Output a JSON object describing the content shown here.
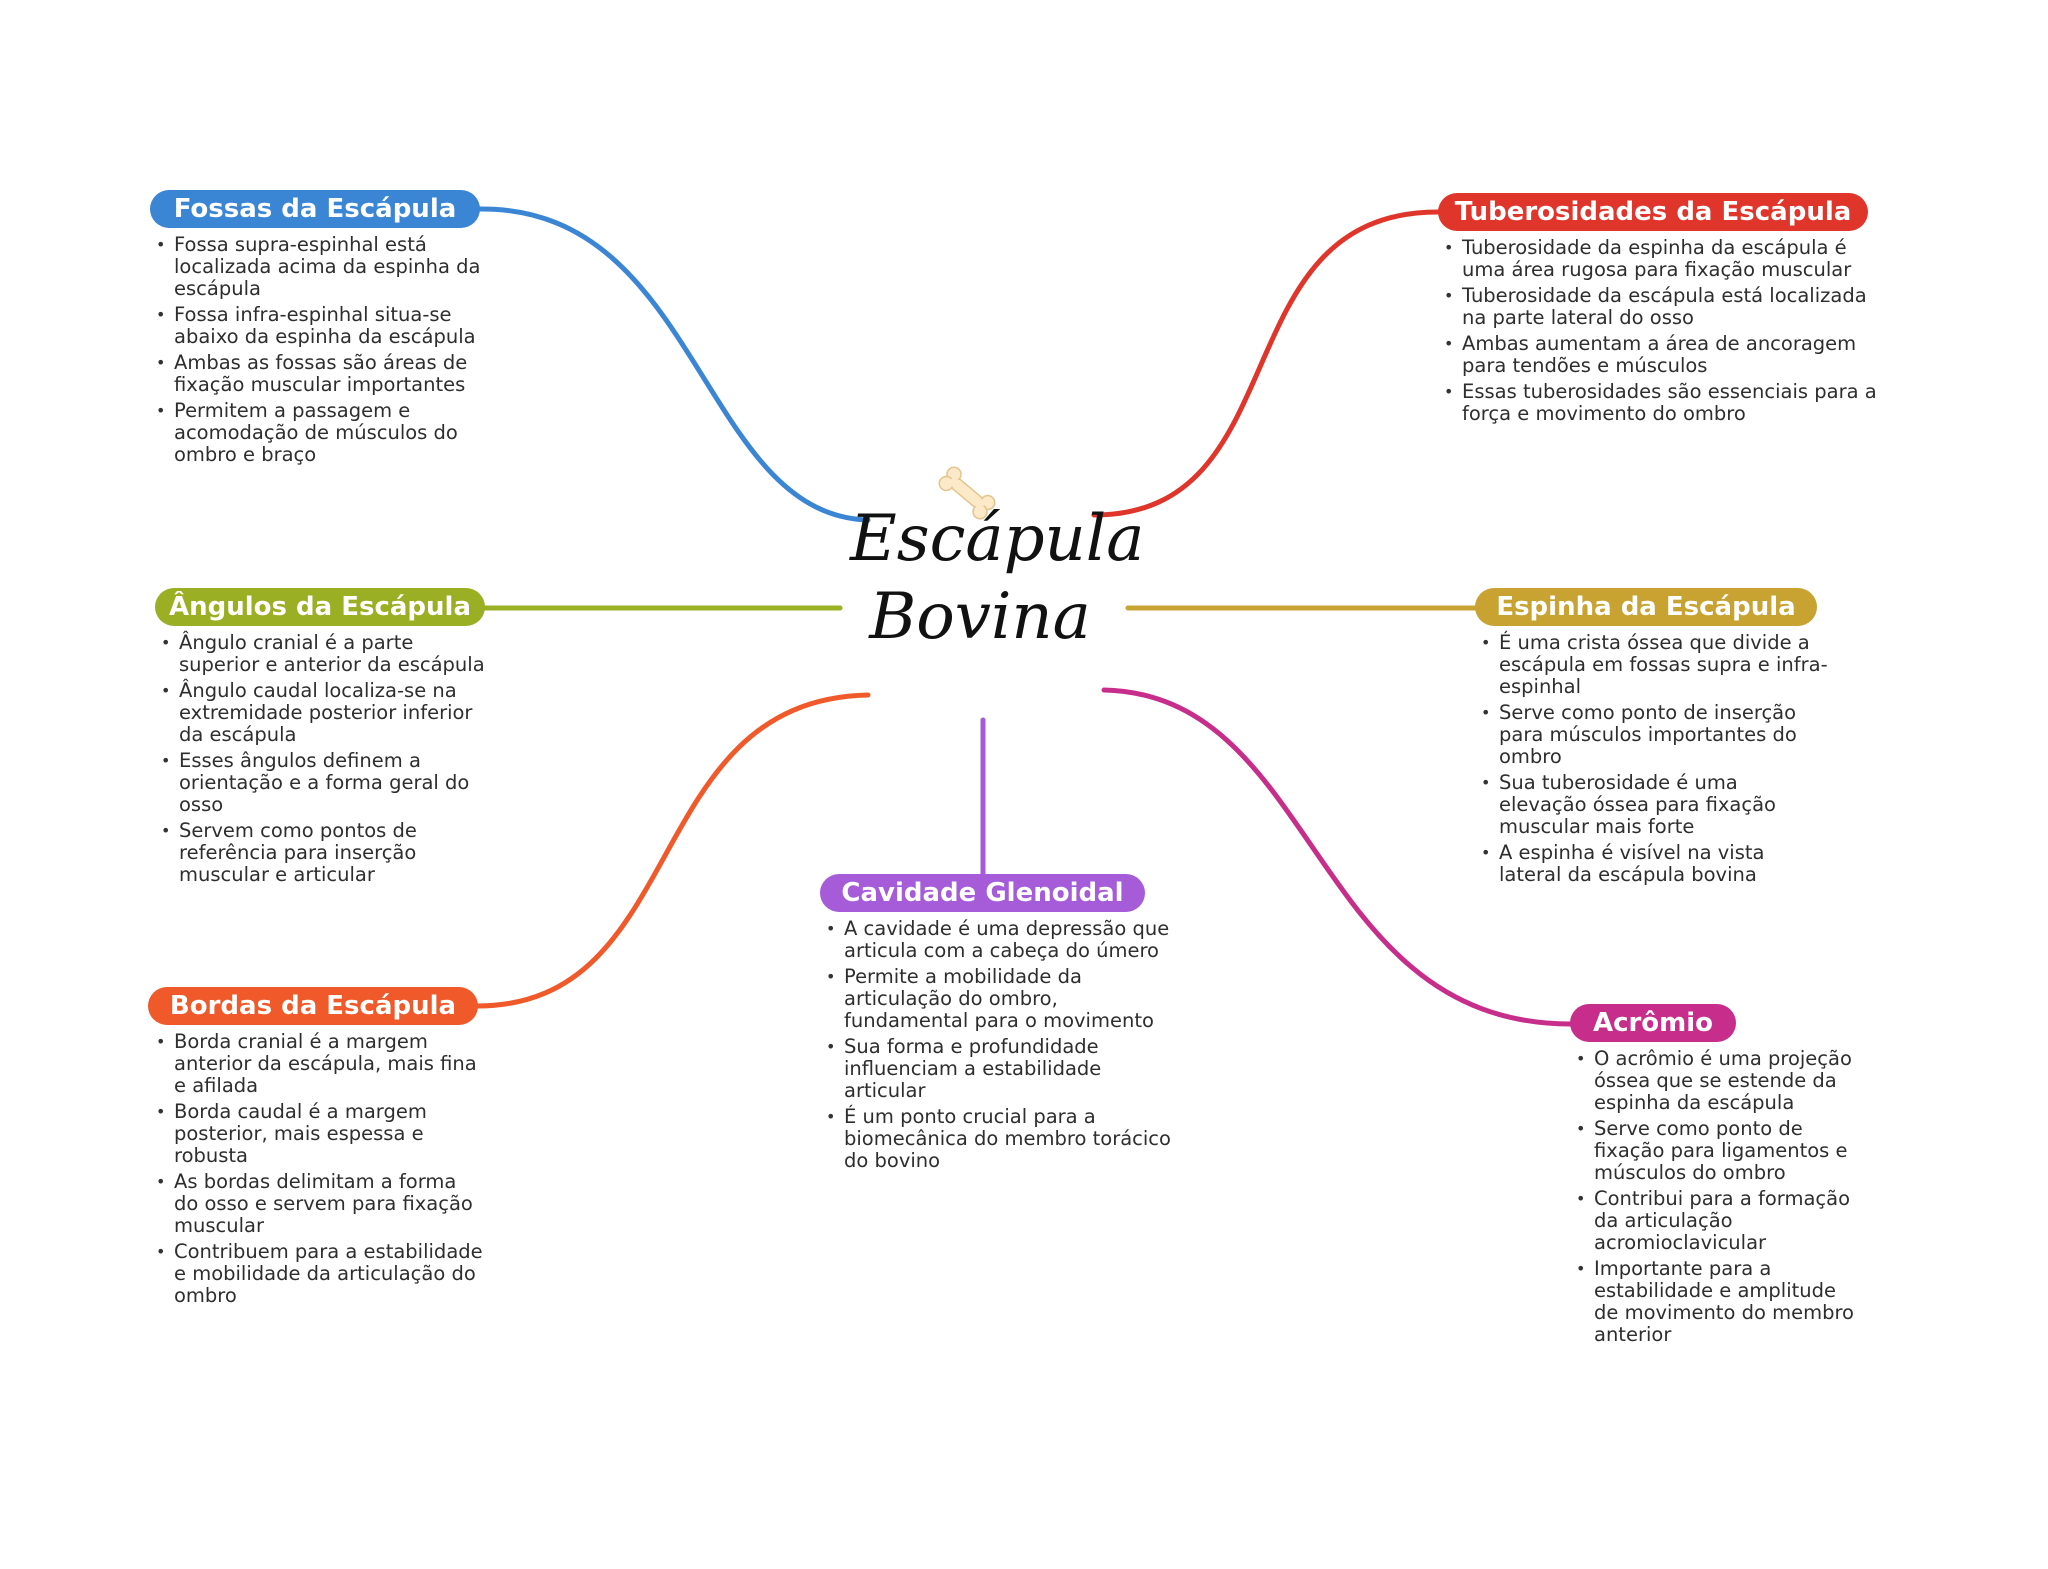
{
  "central": {
    "line1": "Escápula",
    "line2": "Bovina",
    "icon": "bone-icon"
  },
  "topics": {
    "fossas": {
      "title": "Fossas da Escápula",
      "color": "#3B86D4",
      "items": [
        "Fossa supra-espinhal está localizada acima da espinha da escápula",
        "Fossa infra-espinhal situa-se abaixo da espinha da escápula",
        "Ambas as fossas são áreas de fixação muscular importantes",
        "Permitem a passagem e acomodação de músculos do ombro e braço"
      ]
    },
    "angulos": {
      "title": "Ângulos da Escápula",
      "color": "#9AAF24",
      "items": [
        "Ângulo cranial é a parte superior e anterior da escápula",
        "Ângulo caudal localiza-se na extremidade posterior inferior da escápula",
        "Esses ângulos definem a orientação e a forma geral do osso",
        "Servem como pontos de referência para inserção muscular e articular"
      ]
    },
    "bordas": {
      "title": "Bordas da Escápula",
      "color": "#F0592A",
      "items": [
        "Borda cranial é a margem anterior da escápula, mais fina e afilada",
        "Borda caudal é a margem posterior, mais espessa e robusta",
        "As bordas delimitam a forma do osso e servem para fixação muscular",
        "Contribuem para a estabilidade e mobilidade da articulação do ombro"
      ]
    },
    "cavidade": {
      "title": "Cavidade Glenoidal",
      "color": "#A65BD9",
      "items": [
        "A cavidade é uma depressão que articula com a cabeça do úmero",
        "Permite a mobilidade da articulação do ombro, fundamental para o movimento",
        "Sua forma e profundidade influenciam a estabilidade articular",
        "É um ponto crucial para a biomecânica do membro torácico do bovino"
      ]
    },
    "tuberosidades": {
      "title": "Tuberosidades da Escápula",
      "color": "#E0352A",
      "items": [
        "Tuberosidade da espinha da escápula é uma área rugosa para fixação muscular",
        "Tuberosidade da escápula está localizada na parte lateral do osso",
        "Ambas aumentam a área de ancoragem para tendões e músculos",
        "Essas tuberosidades são essenciais para a força e movimento do ombro"
      ]
    },
    "espinha": {
      "title": "Espinha da Escápula",
      "color": "#C9A331",
      "items": [
        "É uma crista óssea que divide a escápula em fossas supra e infra-espinhal",
        "Serve como ponto de inserção para músculos importantes do ombro",
        "Sua tuberosidade é uma elevação óssea para fixação muscular mais forte",
        "A espinha é visível na vista lateral da escápula bovina"
      ]
    },
    "acromio": {
      "title": "Acrômio",
      "color": "#C72E8C",
      "items": [
        "O acrômio é uma projeção óssea que se estende da espinha da escápula",
        "Serve como ponto de fixação para ligamentos e músculos do ombro",
        "Contribui para a formação da articulação acromioclavicular",
        "Importante para a estabilidade e amplitude de movimento do membro anterior"
      ]
    }
  }
}
